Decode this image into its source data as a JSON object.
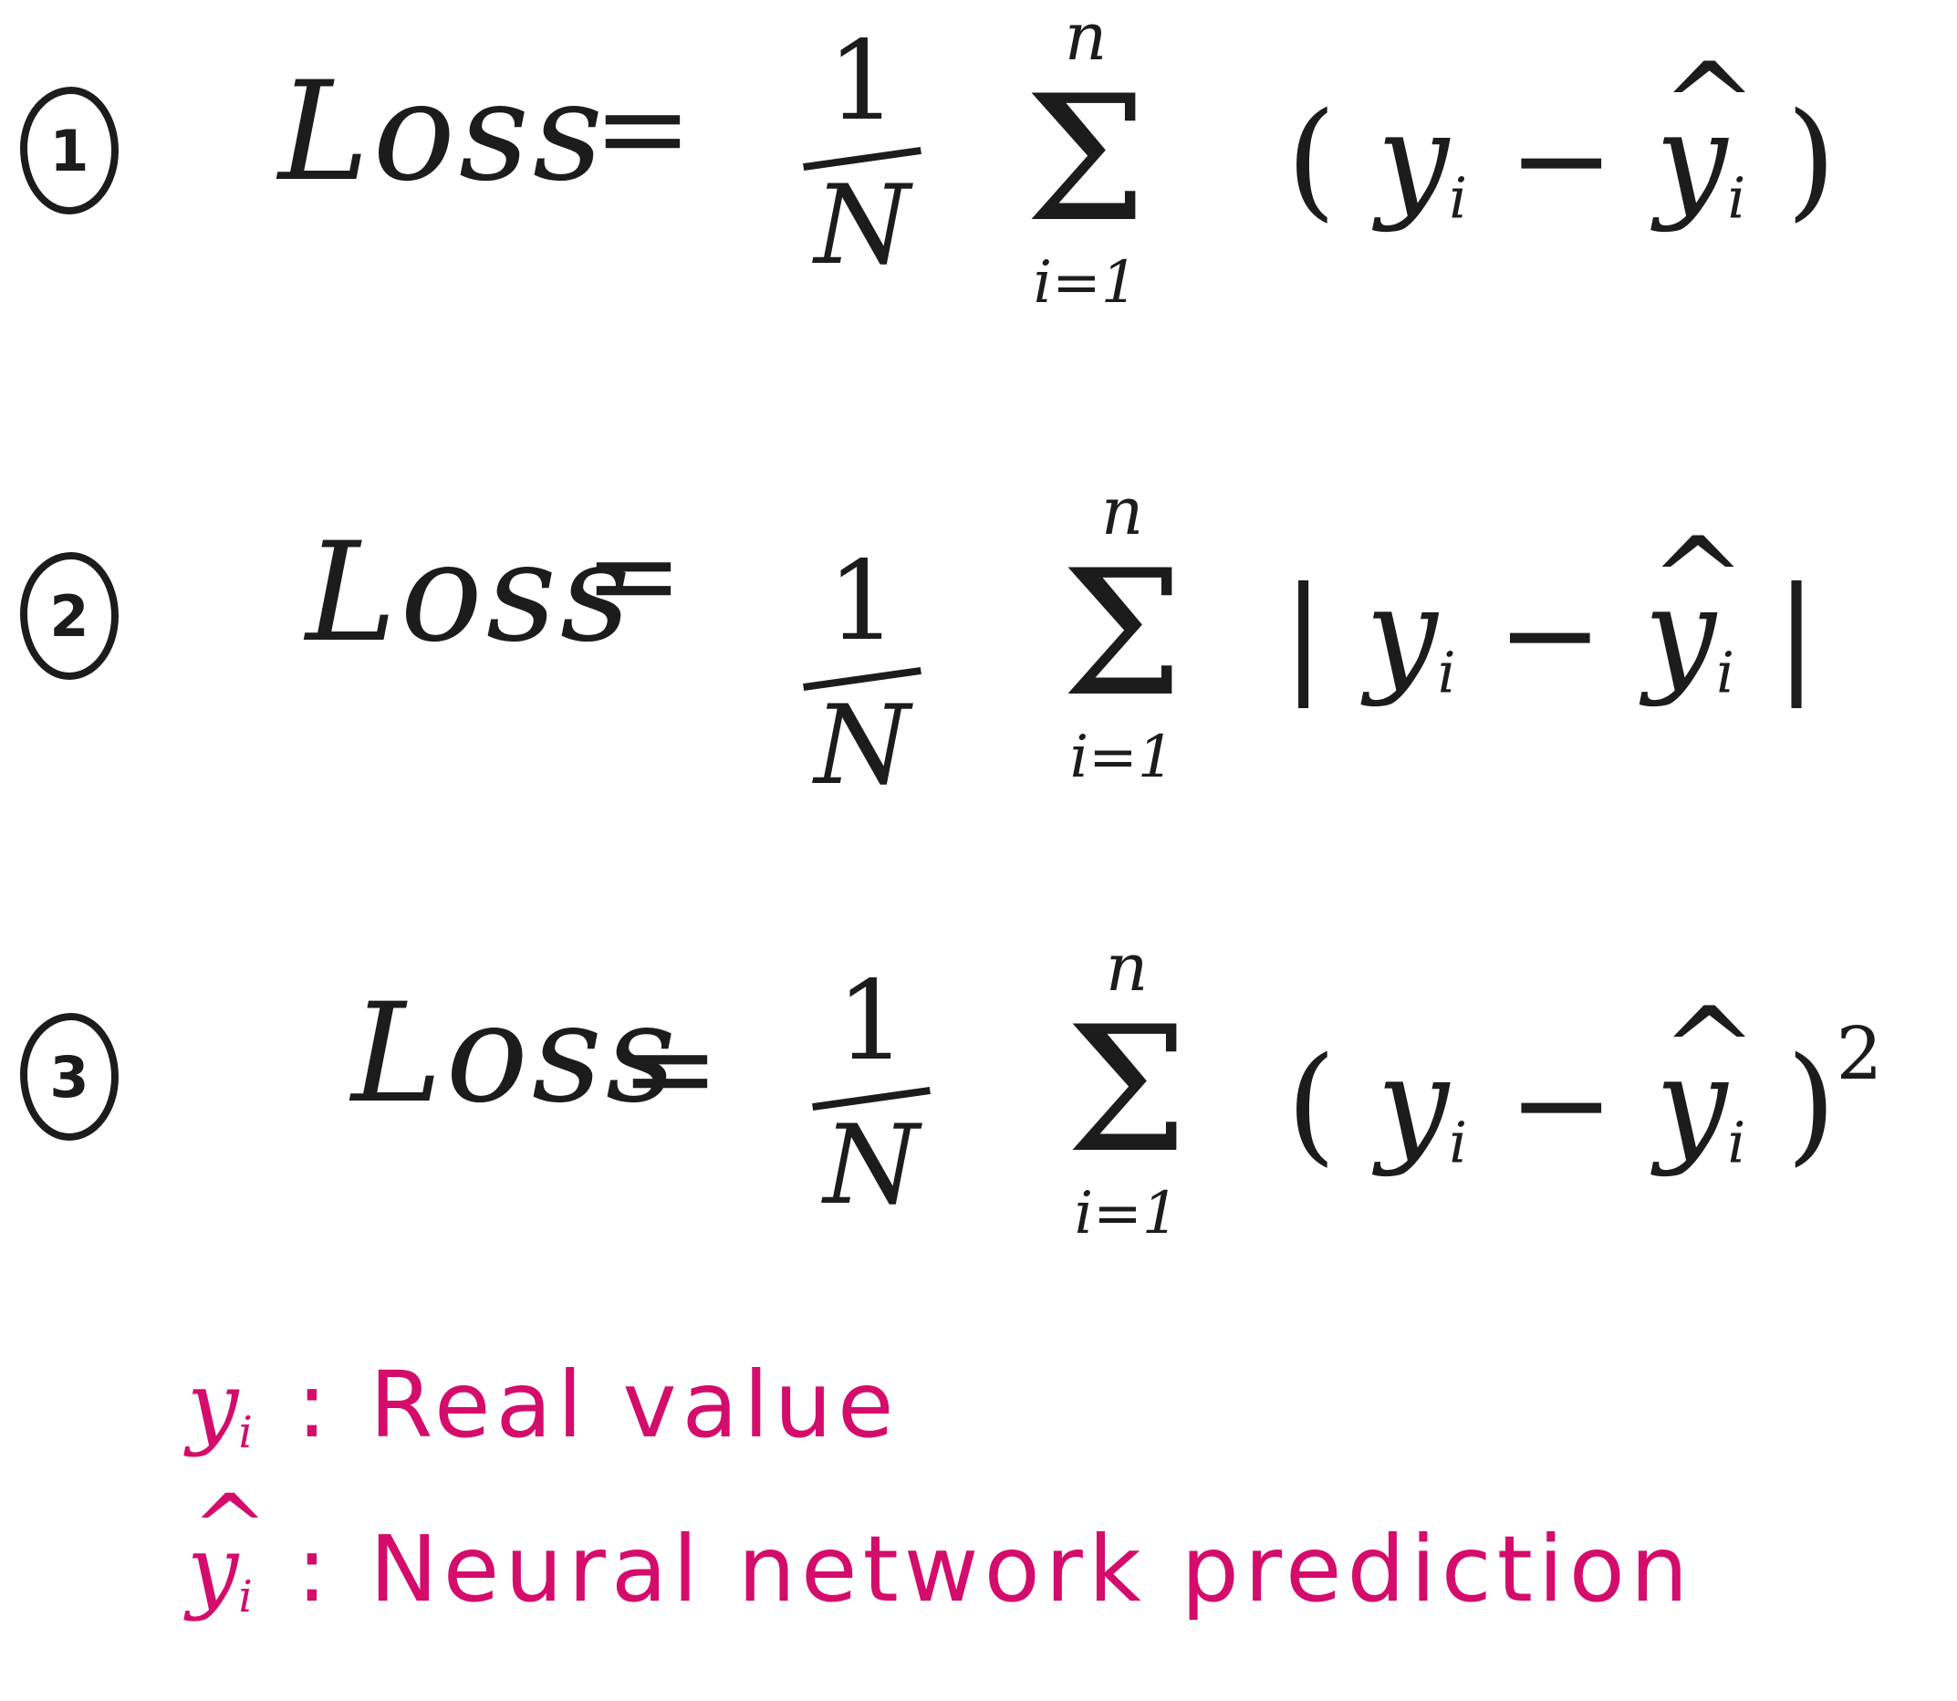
{
  "equations": [
    {
      "number": "1",
      "lhs": "Loss",
      "equals": "=",
      "numerator": "1",
      "denominator": "N",
      "sum_upper": "n",
      "sum_lower": "i=1",
      "open": "(",
      "y": "y",
      "i": "i",
      "minus": "−",
      "hat": "^",
      "close": ")",
      "exponent": ""
    },
    {
      "number": "2",
      "lhs": "Loss",
      "equals": "=",
      "numerator": "1",
      "denominator": "N",
      "sum_upper": "n",
      "sum_lower": "i=1",
      "open": "|",
      "y": "y",
      "i": "i",
      "minus": "−",
      "hat": "^",
      "close": "|",
      "exponent": ""
    },
    {
      "number": "3",
      "lhs": "Loss",
      "equals": "=",
      "numerator": "1",
      "denominator": "N",
      "sum_upper": "n",
      "sum_lower": "i=1",
      "open": "(",
      "y": "y",
      "i": "i",
      "minus": "−",
      "hat": "^",
      "close": ")",
      "exponent": "2"
    }
  ],
  "legend": [
    {
      "symbol": "y",
      "subscript": "i",
      "hat": "",
      "colon": ":",
      "description": "Real value"
    },
    {
      "symbol": "y",
      "subscript": "i",
      "hat": "^",
      "colon": ":",
      "description": "Neural network prediction"
    }
  ],
  "colors": {
    "ink": "#1c1c1c",
    "legend": "#d40c6b",
    "background": "#ffffff"
  }
}
